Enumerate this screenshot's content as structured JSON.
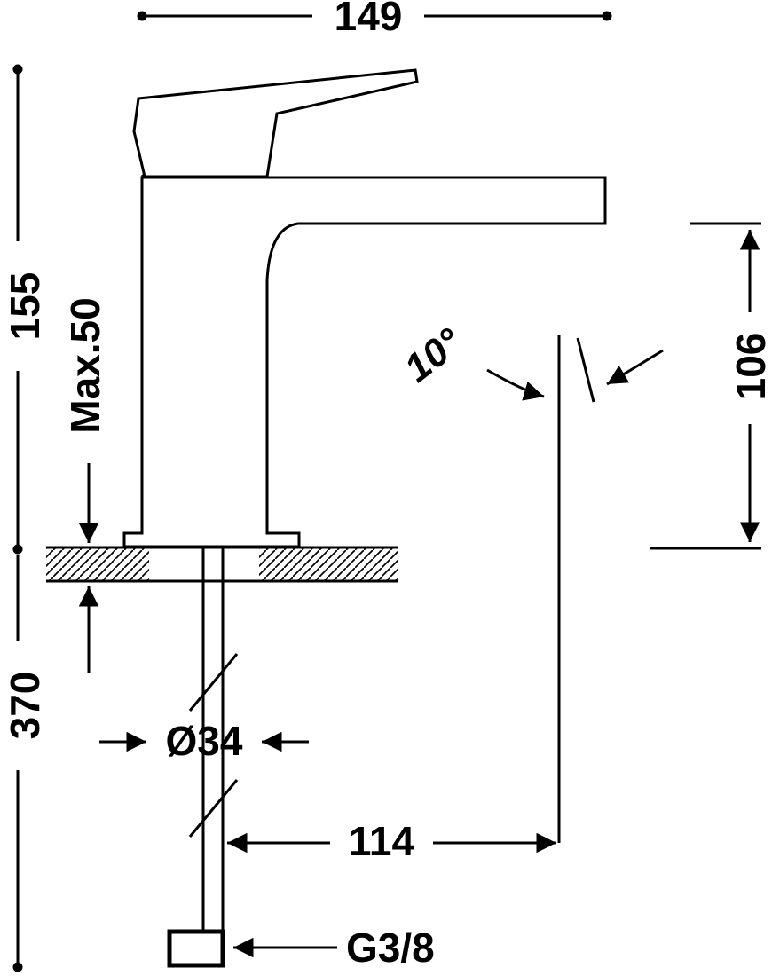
{
  "drawing": {
    "type": "technical-drawing",
    "subject": "Single-lever basin mixer faucet installation dimensions",
    "colors": {
      "line": "#000000",
      "background": "#ffffff"
    },
    "labels": {
      "spout_width": "149",
      "height_above_deck": "155",
      "max_deck_thickness": "Max.50",
      "height_below_deck": "370",
      "outlet_height": "106",
      "outlet_angle": "10°",
      "hole_diameter": "Ø34",
      "outlet_reach": "114",
      "thread_connection": "G3/8"
    }
  }
}
